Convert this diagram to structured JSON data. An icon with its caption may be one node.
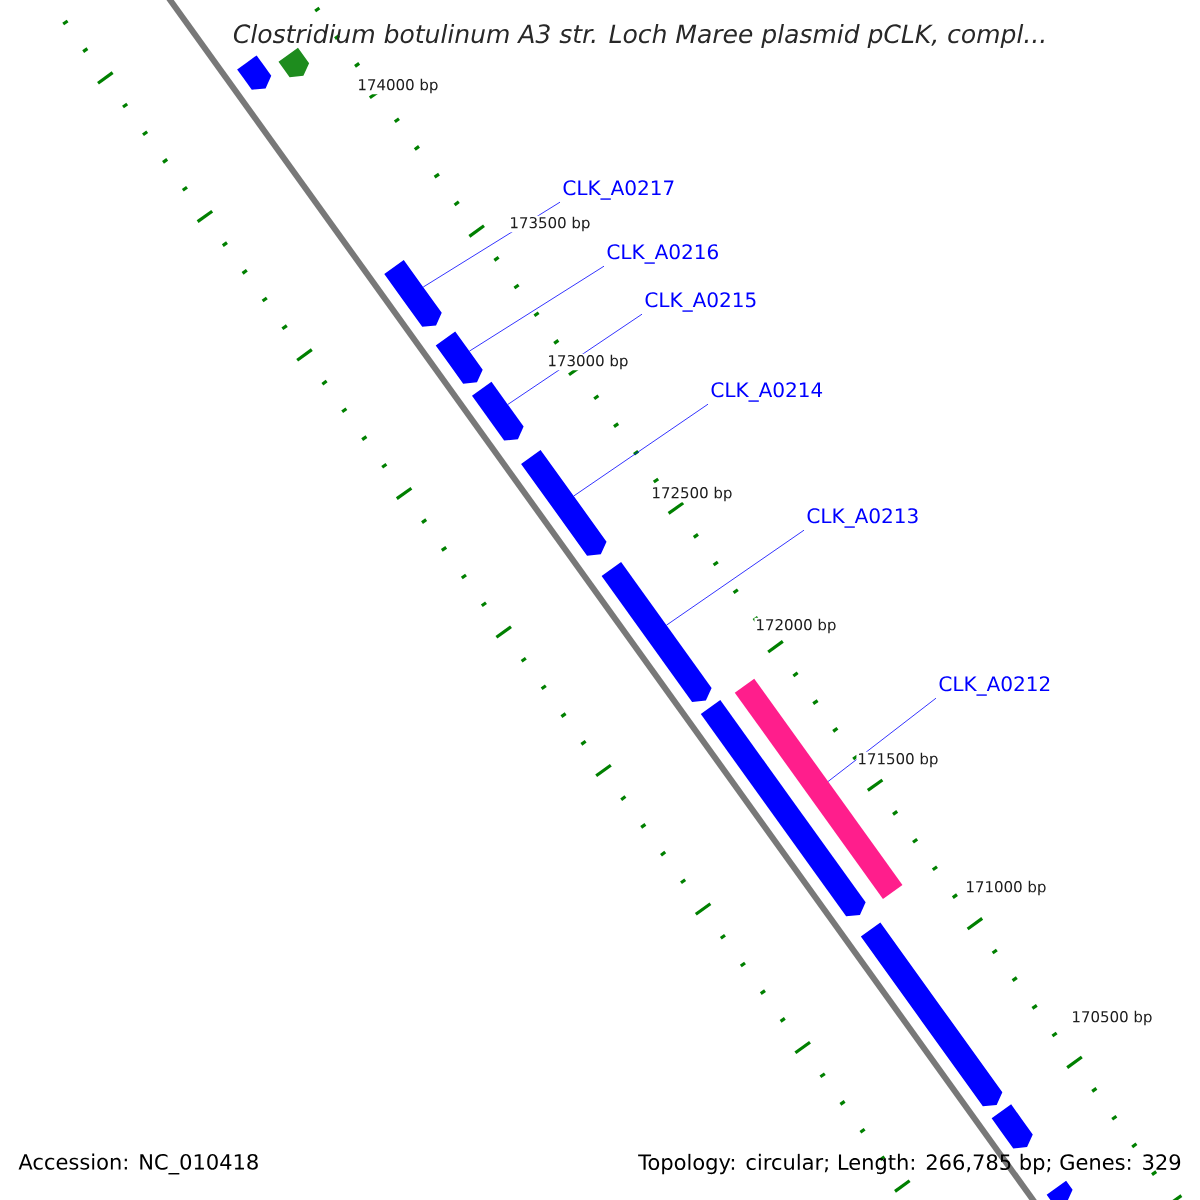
{
  "diagram": {
    "title": "Clostridium botulinum A3 str. Loch Maree plasmid pCLK, compl...",
    "nodes": [
      {
        "text": [],
        "shape": "arrow"
      },
      {
        "text": [],
        "shape": "arrow"
      },
      {
        "text": [],
        "shape": "arrow"
      },
      {
        "text": [],
        "shape": "arrow"
      },
      {
        "text": [],
        "shape": "arrow"
      },
      {
        "text": [],
        "shape": "arrow"
      },
      {
        "text": [],
        "shape": "arrow"
      },
      {
        "text": [],
        "shape": "box"
      },
      {
        "text": [],
        "shape": "arrow"
      },
      {
        "text": [],
        "shape": "arrow"
      },
      {
        "text": [],
        "shape": "arrow"
      },
      {
        "text": [],
        "shape": "arrow"
      },
      {
        "text": [
          "CLK_A0217"
        ]
      },
      {
        "text": [
          "CLK_A0216"
        ]
      },
      {
        "text": [
          "CLK_A0215"
        ]
      },
      {
        "text": [
          "CLK_A0214"
        ]
      },
      {
        "text": [
          "CLK_A0213"
        ]
      },
      {
        "text": [
          "CLK_A0212"
        ]
      }
    ],
    "edges": [
      {
        "from": 12,
        "to": 2,
        "arrow": "none"
      },
      {
        "from": 13,
        "to": 3,
        "arrow": "none"
      },
      {
        "from": 14,
        "to": 4,
        "arrow": "none"
      },
      {
        "from": 15,
        "to": 5,
        "arrow": "none"
      },
      {
        "from": 16,
        "to": 6,
        "arrow": "none"
      },
      {
        "from": 17,
        "to": 7,
        "arrow": "none"
      }
    ],
    "labels": [
      "174000 bp",
      "173500 bp",
      "173000 bp",
      "172500 bp",
      "172000 bp",
      "171500 bp",
      "171000 bp",
      "170500 bp",
      "Accession: NC_010418",
      "Topology: circular; Length: 266,785 bp; Genes: 329"
    ]
  }
}
